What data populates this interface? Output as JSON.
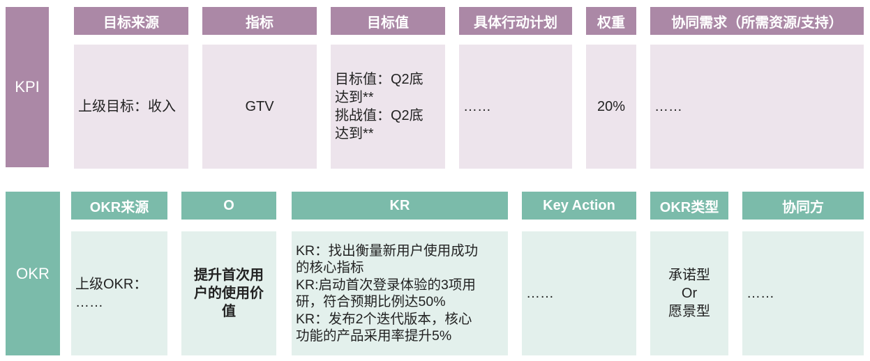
{
  "kpi": {
    "label": "KPI",
    "headers": [
      "目标来源",
      "指标",
      "目标值",
      "具体行动计划",
      "权重",
      "协同需求（所需资源/支持）"
    ],
    "cells": [
      "上级目标：收入",
      "GTV",
      "目标值：Q2底\n达到**\n挑战值：Q2底\n达到**",
      "……",
      "20%",
      "……"
    ]
  },
  "okr": {
    "label": "OKR",
    "headers": [
      "OKR来源",
      "O",
      "KR",
      "Key Action",
      "OKR类型",
      "协同方"
    ],
    "cells": [
      "上级OKR：\n……",
      "提升首次用\n户的使用价\n值",
      "KR：找出衡量新用户使用成功\n的核心指标\nKR:启动首次登录体验的3项用\n研，符合预期比例达50%\nKR：发布2个迭代版本，核心\n功能的产品采用率提升5%",
      "……",
      "承诺型\nOr\n愿景型",
      "……"
    ]
  }
}
